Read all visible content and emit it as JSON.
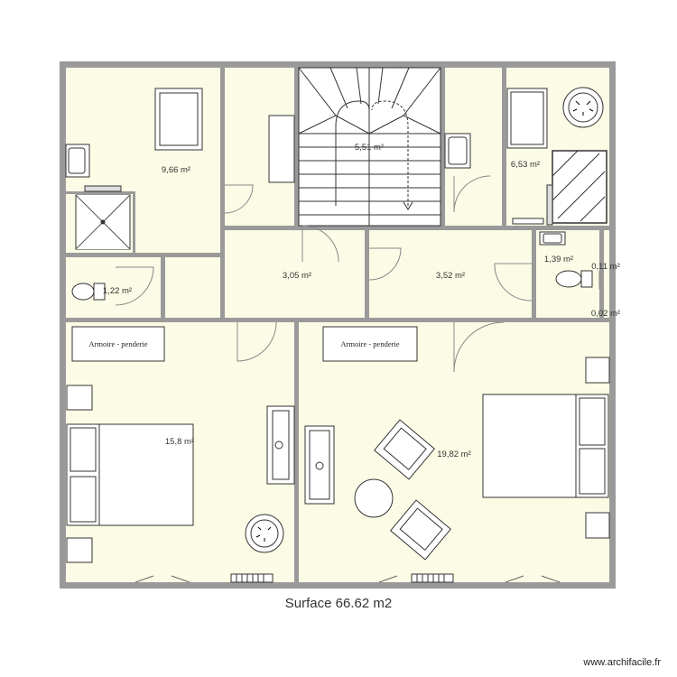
{
  "plan": {
    "wall_color": "#9a9a9a",
    "room_fill": "#fbfbe6",
    "rooms": [
      {
        "id": "top-left-bedroom",
        "area": "9,66 m²"
      },
      {
        "id": "staircase",
        "area": "5,51 m²"
      },
      {
        "id": "top-right-bathroom",
        "area": "6,53 m²"
      },
      {
        "id": "hallway-left",
        "area": "3,05 m²"
      },
      {
        "id": "hallway-right",
        "area": "3,52 m²"
      },
      {
        "id": "wc-left",
        "area": "1,22 m²"
      },
      {
        "id": "wc-right",
        "area": "1,39 m²"
      },
      {
        "id": "closet-small",
        "area": "0,11 m²"
      },
      {
        "id": "closet-tiny",
        "area": "0,02 m²"
      },
      {
        "id": "bedroom-left",
        "area": "15,8 m²"
      },
      {
        "id": "bedroom-right",
        "area": "19,82 m²"
      }
    ],
    "furniture_labels": {
      "wardrobe_left": "Armoire - penderie",
      "wardrobe_right": "Armoire - penderie"
    }
  },
  "footer": {
    "surface": "Surface 66.62 m2",
    "watermark": "www.archifacile.fr"
  }
}
